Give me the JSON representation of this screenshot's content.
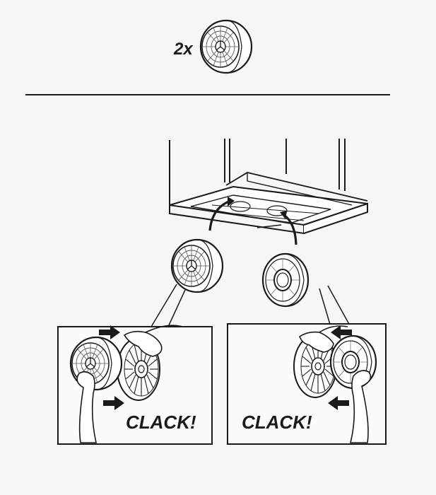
{
  "quantity_label": "2x",
  "left_panel": {
    "caption": "CLACK!"
  },
  "right_panel": {
    "caption": "CLACK!"
  },
  "colors": {
    "ink": "#1a1a1a",
    "paper": "#f6f6f4",
    "filter_fill": "#ffffff"
  },
  "icons": [
    "carbon-filter-icon",
    "cooker-hood-icon",
    "arrow-icon",
    "hand-icon",
    "fan-wheel-icon"
  ]
}
